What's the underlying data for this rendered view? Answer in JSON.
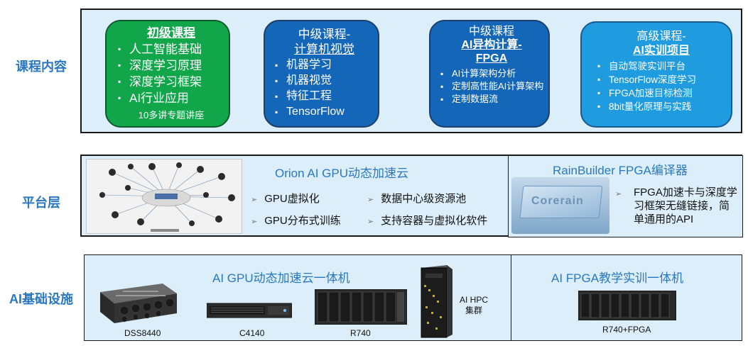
{
  "rows": {
    "courses": "课程内容",
    "platform": "平台层",
    "infra": "AI基础设施"
  },
  "courses": [
    {
      "title_lines": [
        "初级课程"
      ],
      "items": [
        "人工智能基础",
        "深度学习原理",
        "深度学习框架",
        "AI行业应用"
      ],
      "extra": "10多讲专题讲座"
    },
    {
      "title_lines": [
        "中级课程-",
        "计算机视觉"
      ],
      "items": [
        "机器学习",
        "机器视觉",
        "特征工程",
        "TensorFlow"
      ]
    },
    {
      "title_lines": [
        "中级课程",
        "AI异构计算-",
        "FPGA"
      ],
      "items": [
        "AI计算架构分析",
        "定制高性能AI计算架构",
        "定制数据流"
      ]
    },
    {
      "title_lines": [
        "高级课程-",
        "AI实训项目"
      ],
      "items": [
        "自动驾驶实训平台",
        "TensorFlow深度学习",
        "FPGA加速目标检测",
        "8bit量化原理与实践"
      ]
    }
  ],
  "platform": {
    "orion_title": "Orion AI GPU动态加速云",
    "orion_features": [
      "GPU虚拟化",
      "数据中心级资源池",
      "GPU分布式训练",
      "支持容器与虚拟化软件"
    ],
    "rainbuilder_title": "RainBuilder FPGA编译器",
    "rainbuilder_desc": "FPGA加速卡与深度学习框架无缝链接，简单通用的API",
    "chip_brand": "Corerain"
  },
  "infra": {
    "gpu_title": "AI GPU动态加速云一体机",
    "fpga_title": "AI FPGA教学实训一体机",
    "servers": [
      "DSS8440",
      "C4140",
      "R740"
    ],
    "hpc_label": "AI HPC集群",
    "fpga_server": "R740+FPGA"
  },
  "colors": {
    "label_blue": "#2a78c2",
    "green_card": "#12a64a",
    "blue_card": "#1366b8",
    "sky_card": "#1f9be0",
    "section_bg": "#dbeef9"
  }
}
